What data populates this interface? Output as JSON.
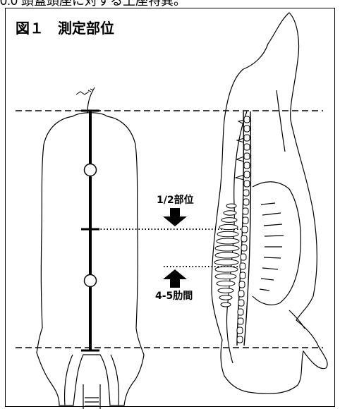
{
  "caption_top": "0.0 頭蓋頭座に対する土座特異。",
  "figure": {
    "title": "図１　測定部位",
    "label_half": "1/2部位",
    "label_rib": "4-5肋間"
  }
}
